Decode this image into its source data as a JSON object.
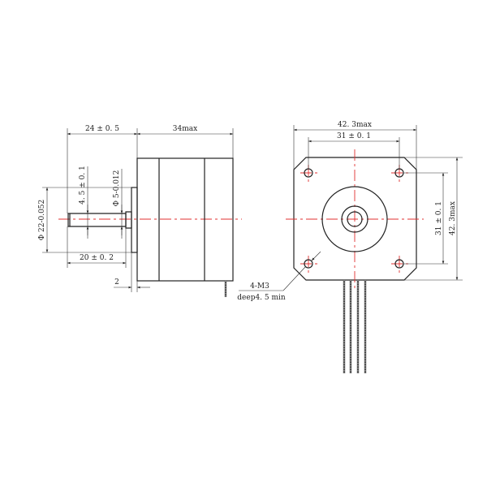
{
  "side_view": {
    "shaft_length": "24 ± 0. 5",
    "body_length": "34max",
    "flat_depth": "4. 5 ± 0. 1",
    "shaft_diameter": "Φ 5-0.012",
    "boss_diameter": "Φ 22-0.052",
    "flat_length": "20 ± 0. 2",
    "boss_height": "2"
  },
  "front_view": {
    "width": "42. 3max",
    "hole_spacing_h": "31 ± 0. 1",
    "hole_spacing_v": "31 ± 0. 1",
    "height": "42. 3max",
    "hole_spec": "4-M3",
    "hole_depth": "deep4. 5 min"
  },
  "colors": {
    "centerline": "#e03030",
    "lines": "#222222"
  }
}
